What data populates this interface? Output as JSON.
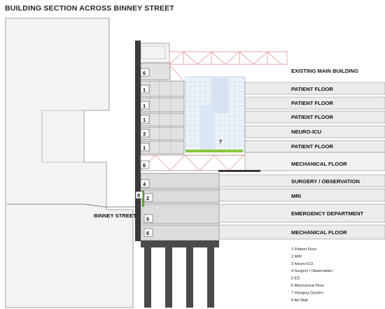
{
  "title": "BUILDING SECTION ACROSS BINNEY STREET",
  "street_label": "BINNEY STREET",
  "floor_labels": [
    "EXISTING MAIN BUILDING",
    "PATIENT FLOOR",
    "PATIENT FLOOR",
    "PATIENT FLOOR",
    "NEURO-ICU",
    "PATIENT FLOOR",
    "MECHANICAL FLOOR",
    "SURGERY / OBSERVATION",
    "MRI",
    "EMERGENCY DEPARTMENT",
    "MECHANICAL FLOOR"
  ],
  "floor_numbers": [
    "6",
    "1",
    "1",
    "1",
    "3",
    "1",
    "6",
    "4",
    "2",
    "5",
    "6",
    "7",
    "8"
  ],
  "legend": [
    "1  Patient Floor",
    "2  MRI",
    "3  Neuro-ICU",
    "4  Surgery / Observation",
    "5  ED",
    "6  Mechanical Floor",
    "7  Hanging Garden",
    "8  Art Wall"
  ],
  "colors": {
    "truss": "#e8a5a5",
    "atrium_grid": "#9fb8d6",
    "garden": "#8ac53f",
    "art_wall": "#5faa2d",
    "floor_band": "#d9d9d9",
    "existing_building": "#f1f1f1"
  }
}
